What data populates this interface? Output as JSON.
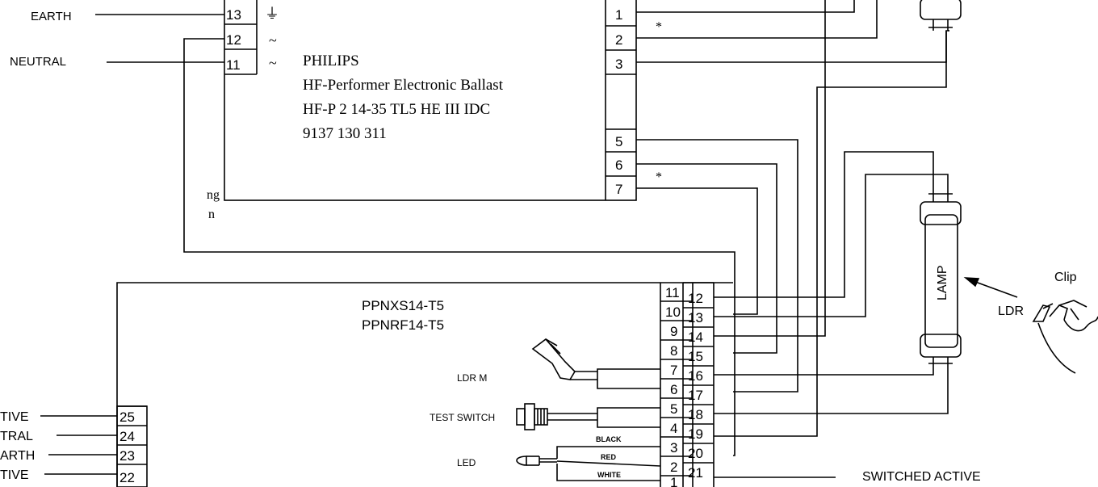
{
  "supply_labels": {
    "earth": "EARTH",
    "neutral": "NEUTRAL"
  },
  "ballast": {
    "brand": "PHILIPS",
    "model_line": "HF-Performer Electronic Ballast",
    "part": "HF-P 2 14-35 TL5 HE III IDC",
    "code": "9137 130 311",
    "left_terminals": [
      "13",
      "12",
      "11"
    ],
    "right_terminals": [
      "1",
      "2",
      "3",
      "5",
      "6",
      "7"
    ],
    "earth_symbol": "⏚",
    "ac_symbol": "~",
    "asterisk": "*"
  },
  "partial_text": {
    "line1": "ng",
    "line2": "n"
  },
  "controller": {
    "model1": "PPNXS14-T5",
    "model2": "PPNRF14-T5",
    "inner_terminals": [
      "11",
      "10",
      "9",
      "8",
      "7",
      "6",
      "5",
      "4",
      "3",
      "2",
      "1"
    ],
    "outer_terminals": [
      "12",
      "13",
      "14",
      "15",
      "16",
      "17",
      "18",
      "19",
      "20",
      "21"
    ],
    "left_terminals": [
      "25",
      "24",
      "23",
      "22"
    ],
    "left_labels": [
      "TIVE",
      "TRAL",
      "ARTH",
      "TIVE"
    ],
    "ldr_m": "LDR M",
    "test_switch": "TEST SWITCH",
    "led": "LED",
    "wire_black": "BLACK",
    "wire_red": "RED",
    "wire_white": "WHITE",
    "switched_active": "SWITCHED ACTIVE"
  },
  "lamp": {
    "label": "LAMP",
    "ldr": "LDR",
    "clip": "Clip"
  }
}
